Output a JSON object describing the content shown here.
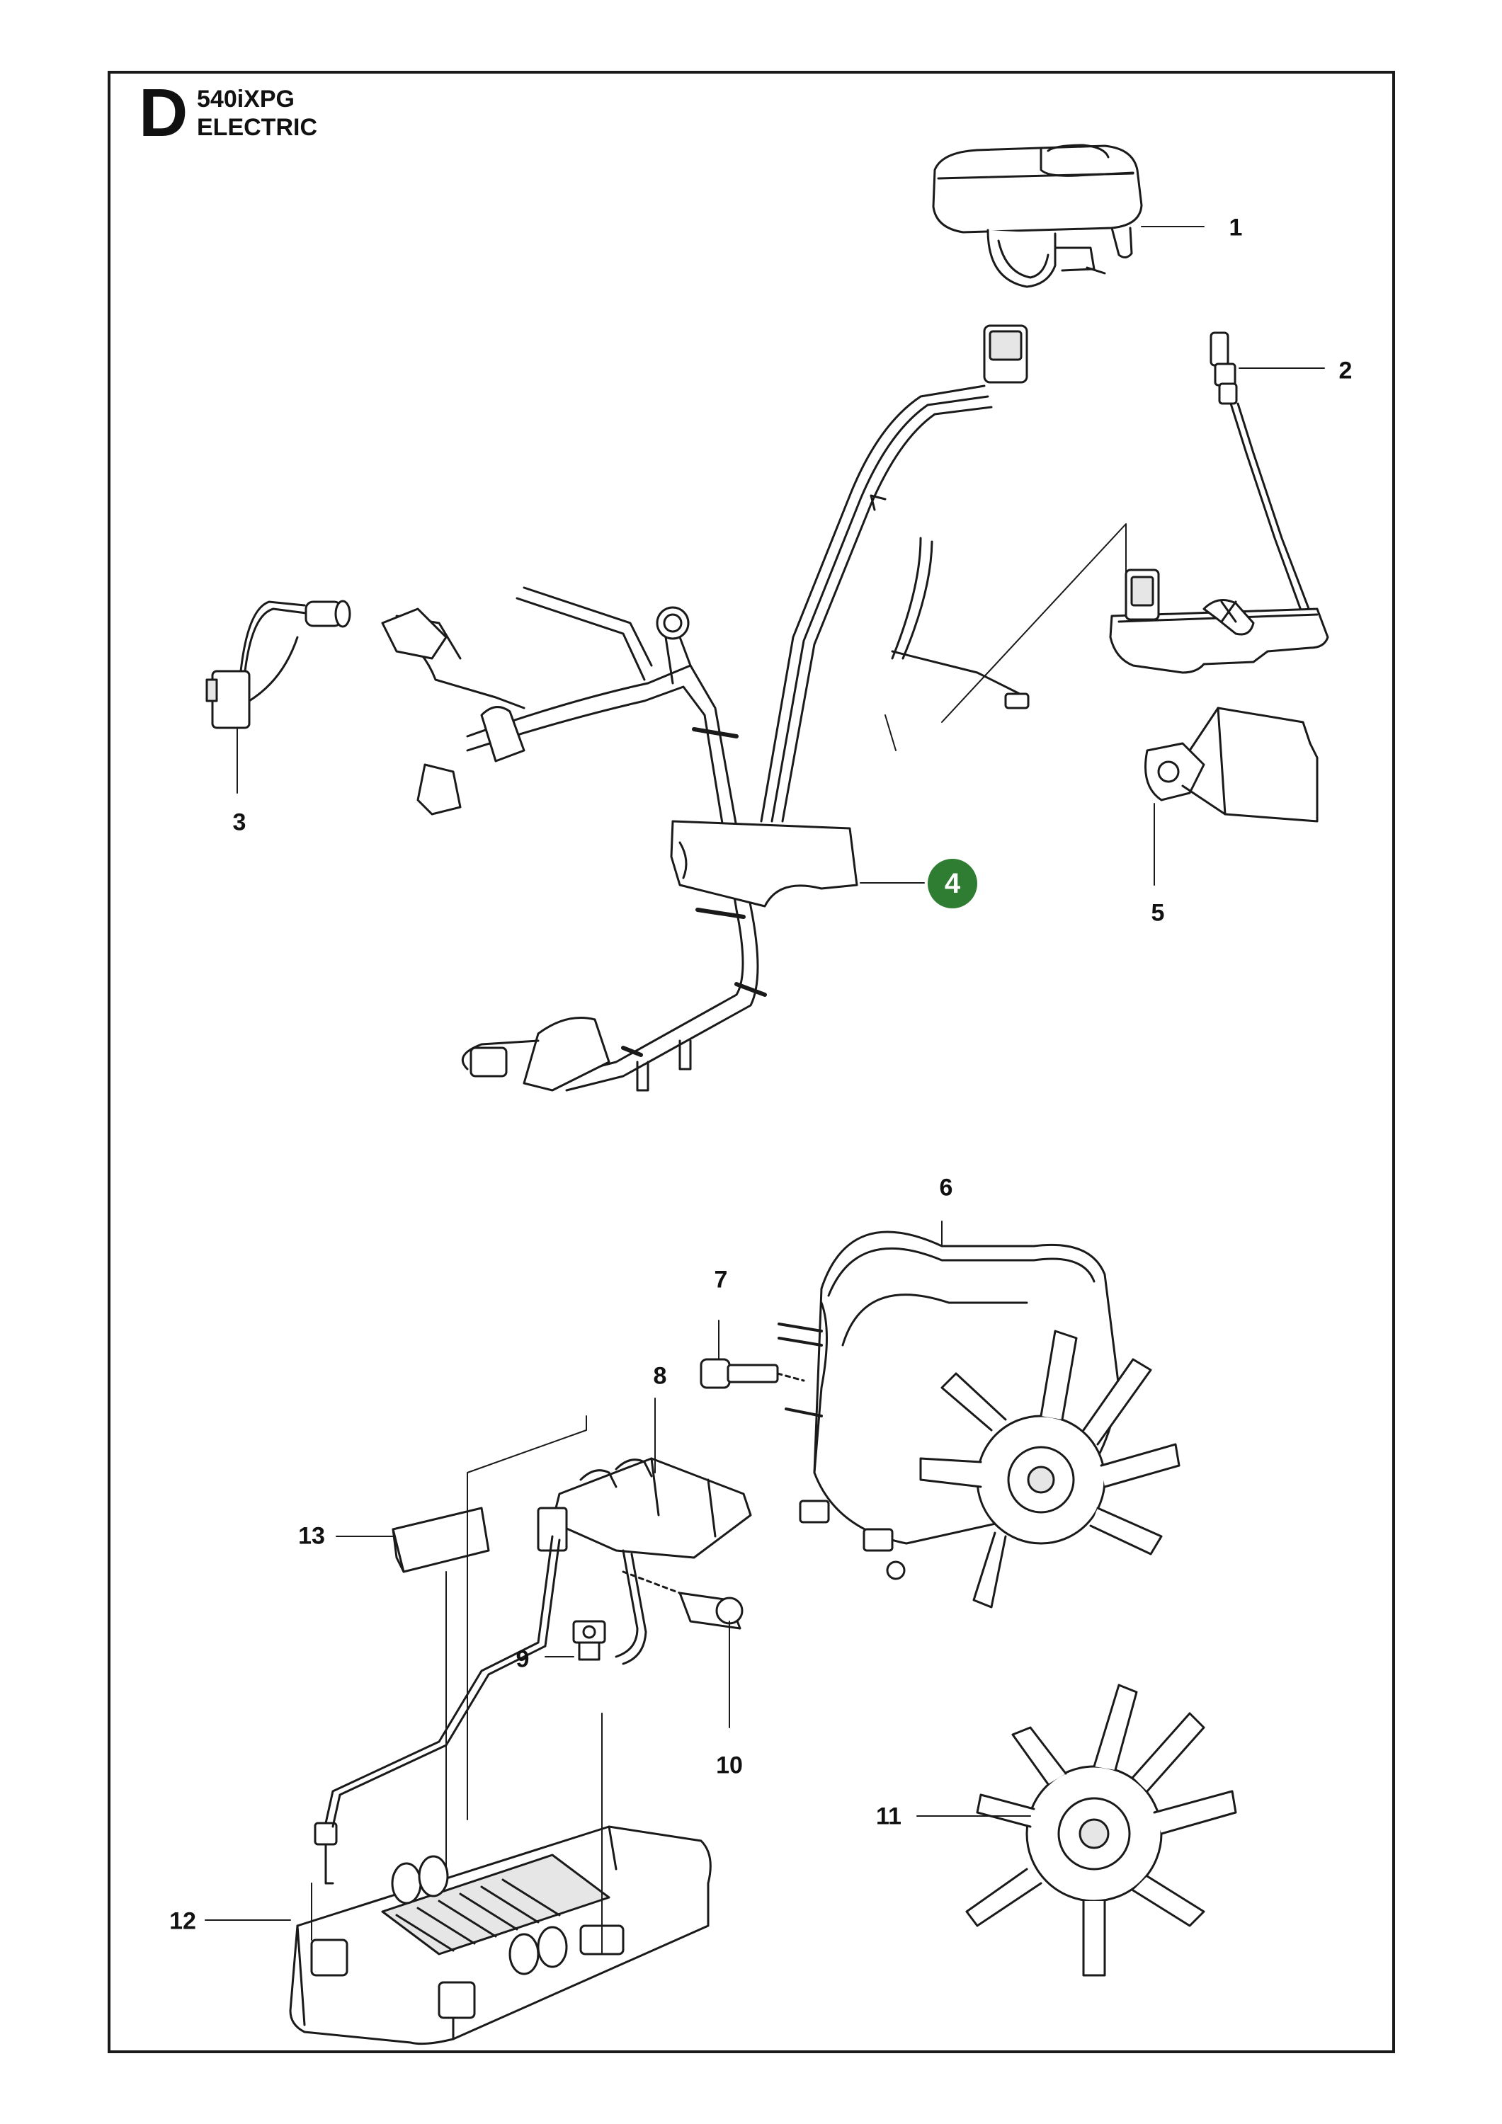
{
  "header": {
    "section_letter": "D",
    "model": "540iXPG",
    "subtitle": "ELECTRIC"
  },
  "colors": {
    "line": "#1a1a1a",
    "highlight": "#2f7d32",
    "part_fill": "#ffffff",
    "part_shade": "#e6e6e6"
  },
  "callouts": [
    "1",
    "2",
    "3",
    "4",
    "5",
    "6",
    "7",
    "8",
    "9",
    "10",
    "11",
    "12",
    "13"
  ],
  "highlighted_callout": "4"
}
